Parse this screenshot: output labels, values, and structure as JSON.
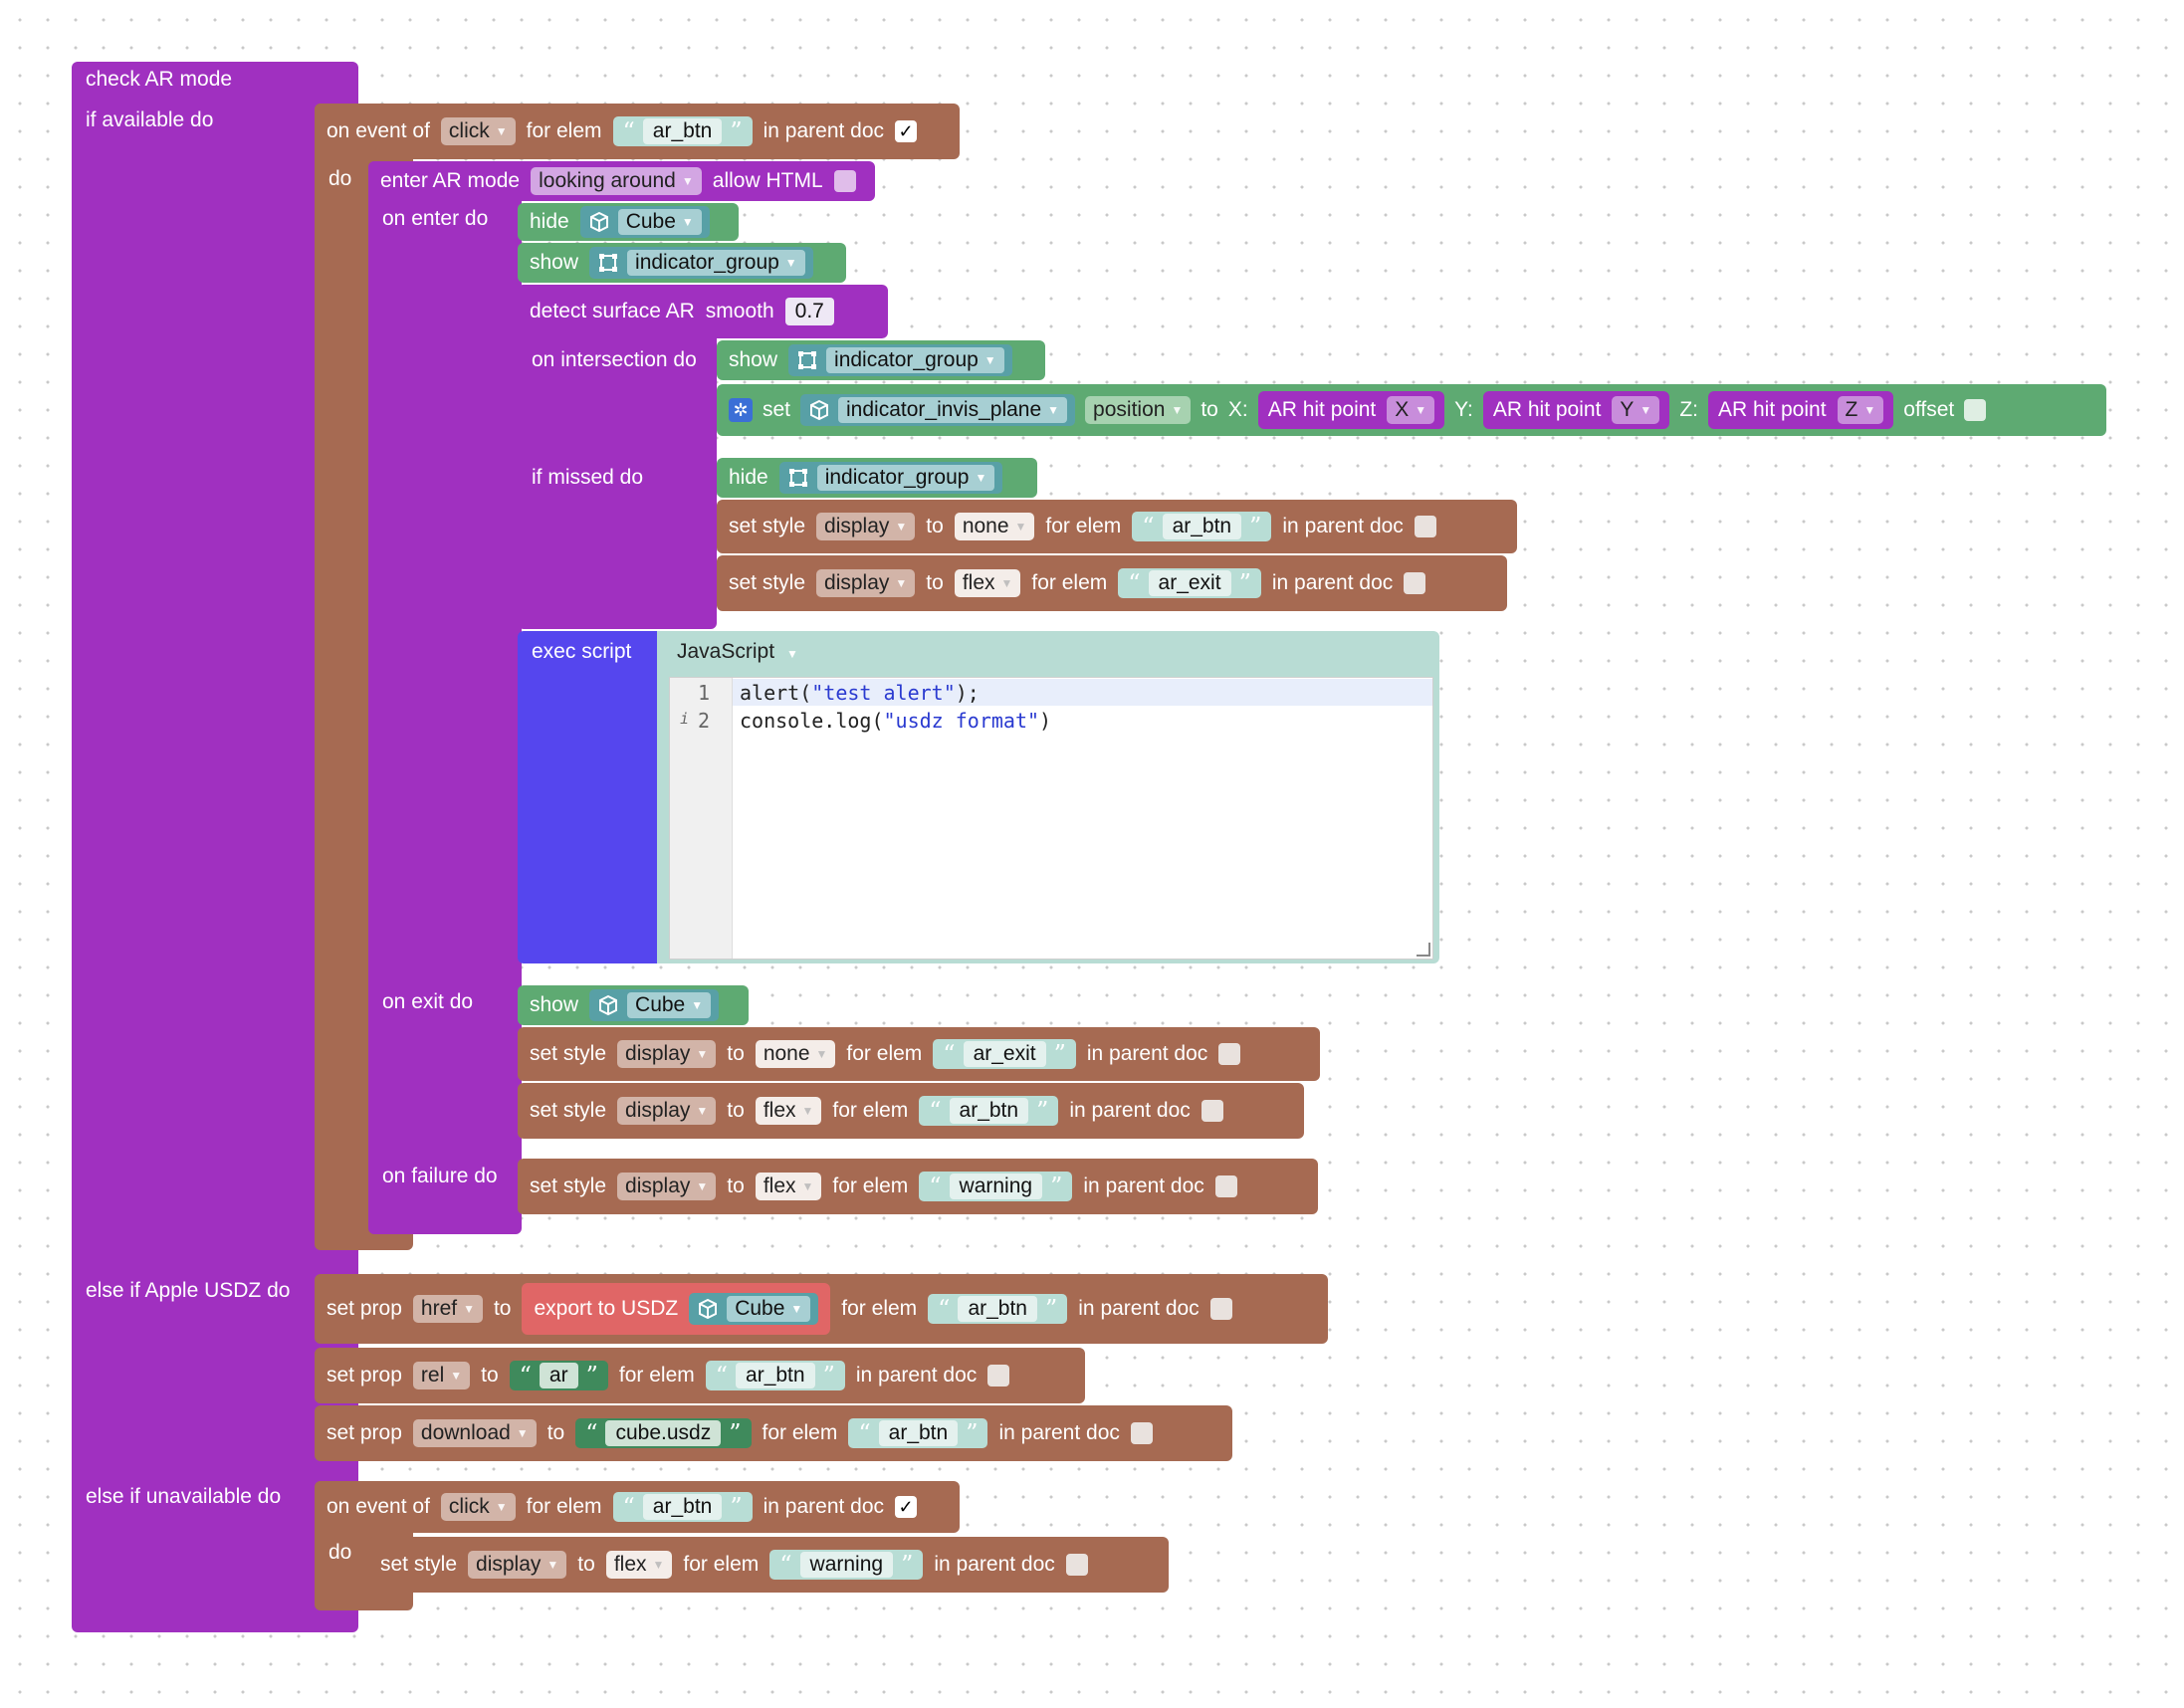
{
  "root": {
    "title": "check AR mode",
    "if_available": "if available do",
    "else_usdz": "else if Apple USDZ do",
    "else_unavailable": "else if unavailable do"
  },
  "event1": {
    "on_event": "on event of",
    "event": "click",
    "for_elem": "for elem",
    "elem": "ar_btn",
    "in_parent": "in parent doc",
    "checked": "✓",
    "do": "do"
  },
  "enter": {
    "label": "enter AR mode",
    "mode": "looking around",
    "allow_html": "allow HTML",
    "on_enter": "on enter do",
    "on_exit": "on exit do",
    "on_failure": "on failure do"
  },
  "hide_cube": {
    "action": "hide",
    "object": "Cube"
  },
  "show_ind": {
    "action": "show",
    "object": "indicator_group"
  },
  "detect": {
    "label": "detect surface AR",
    "smooth": "smooth",
    "value": "0.7",
    "on_intersection": "on intersection do",
    "if_missed": "if missed do"
  },
  "inter_show": {
    "action": "show",
    "object": "indicator_group"
  },
  "set_pos": {
    "set": "set",
    "object": "indicator_invis_plane",
    "prop": "position",
    "to": "to",
    "x": "X:",
    "y": "Y:",
    "z": "Z:",
    "hit": "AR hit point",
    "ax": "X",
    "ay": "Y",
    "az": "Z",
    "offset": "offset"
  },
  "missed_hide": {
    "action": "hide",
    "object": "indicator_group"
  },
  "style_common": {
    "set_style": "set style",
    "prop": "display",
    "to": "to",
    "for_elem": "for elem",
    "in_parent": "in parent doc"
  },
  "missed1": {
    "value": "none",
    "elem": "ar_btn"
  },
  "missed2": {
    "value": "flex",
    "elem": "ar_exit"
  },
  "exec": {
    "label": "exec script",
    "lang": "JavaScript",
    "lines": [
      "1",
      "2"
    ],
    "code1a": "alert(",
    "code1b": "\"test alert\"",
    "code1c": ");",
    "code2a": "console.log(",
    "code2b": "\"usdz format\"",
    "code2c": ")",
    "info": "i"
  },
  "exit_show": {
    "action": "show",
    "object": "Cube"
  },
  "exit1": {
    "value": "none",
    "elem": "ar_exit"
  },
  "exit2": {
    "value": "flex",
    "elem": "ar_btn"
  },
  "fail1": {
    "value": "flex",
    "elem": "warning"
  },
  "usdz": {
    "set_prop": "set prop",
    "to": "to",
    "for_elem": "for elem",
    "in_parent": "in parent doc",
    "p1": "href",
    "export": "export to USDZ",
    "export_obj": "Cube",
    "e1": "ar_btn",
    "p2": "rel",
    "v2": "ar",
    "e2": "ar_btn",
    "p3": "download",
    "v3": "cube.usdz",
    "e3": "ar_btn"
  },
  "event2": {
    "on_event": "on event of",
    "event": "click",
    "for_elem": "for elem",
    "elem": "ar_btn",
    "in_parent": "in parent doc",
    "checked": "✓",
    "do": "do"
  },
  "unavail": {
    "value": "flex",
    "elem": "warning"
  },
  "colors": {
    "control": "#a030c0",
    "dom": "#a66a52",
    "scene": "#5eaa72",
    "object": "#58a0a6",
    "script": "#5546ee",
    "export": "#e06666"
  }
}
